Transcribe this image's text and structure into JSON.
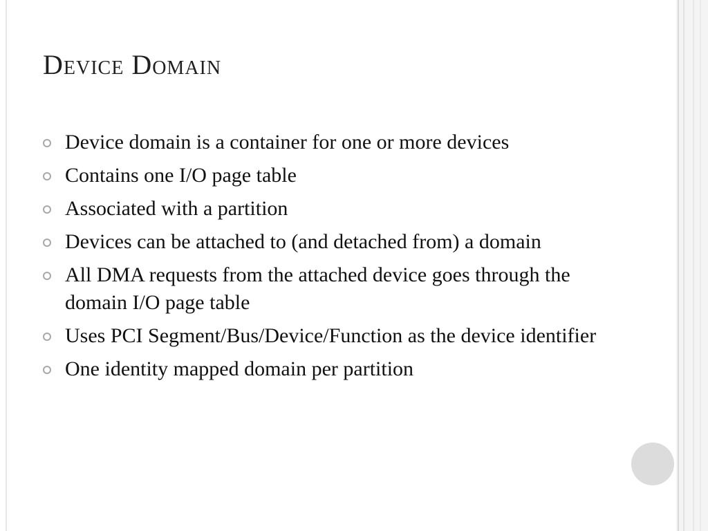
{
  "slide": {
    "title": "Device Domain",
    "bullets": [
      "Device domain is a container for one or more devices",
      "Contains one I/O page table",
      "Associated with a partition",
      "Devices can be attached to (and detached from) a domain",
      "All DMA requests from the attached device goes through the domain I/O page table",
      "Uses PCI Segment/Bus/Device/Function as the device identifier",
      "One identity mapped domain per partition"
    ]
  },
  "icons": {
    "bullet": "hollow-circle-bullet-icon",
    "nav": "circle-nav-icon"
  },
  "colors": {
    "background": "#ffffff",
    "text": "#111111",
    "bullet_ring": "#a8a8a8",
    "nav_circle": "#dcdcdc",
    "right_band": "#f4f4f4"
  }
}
